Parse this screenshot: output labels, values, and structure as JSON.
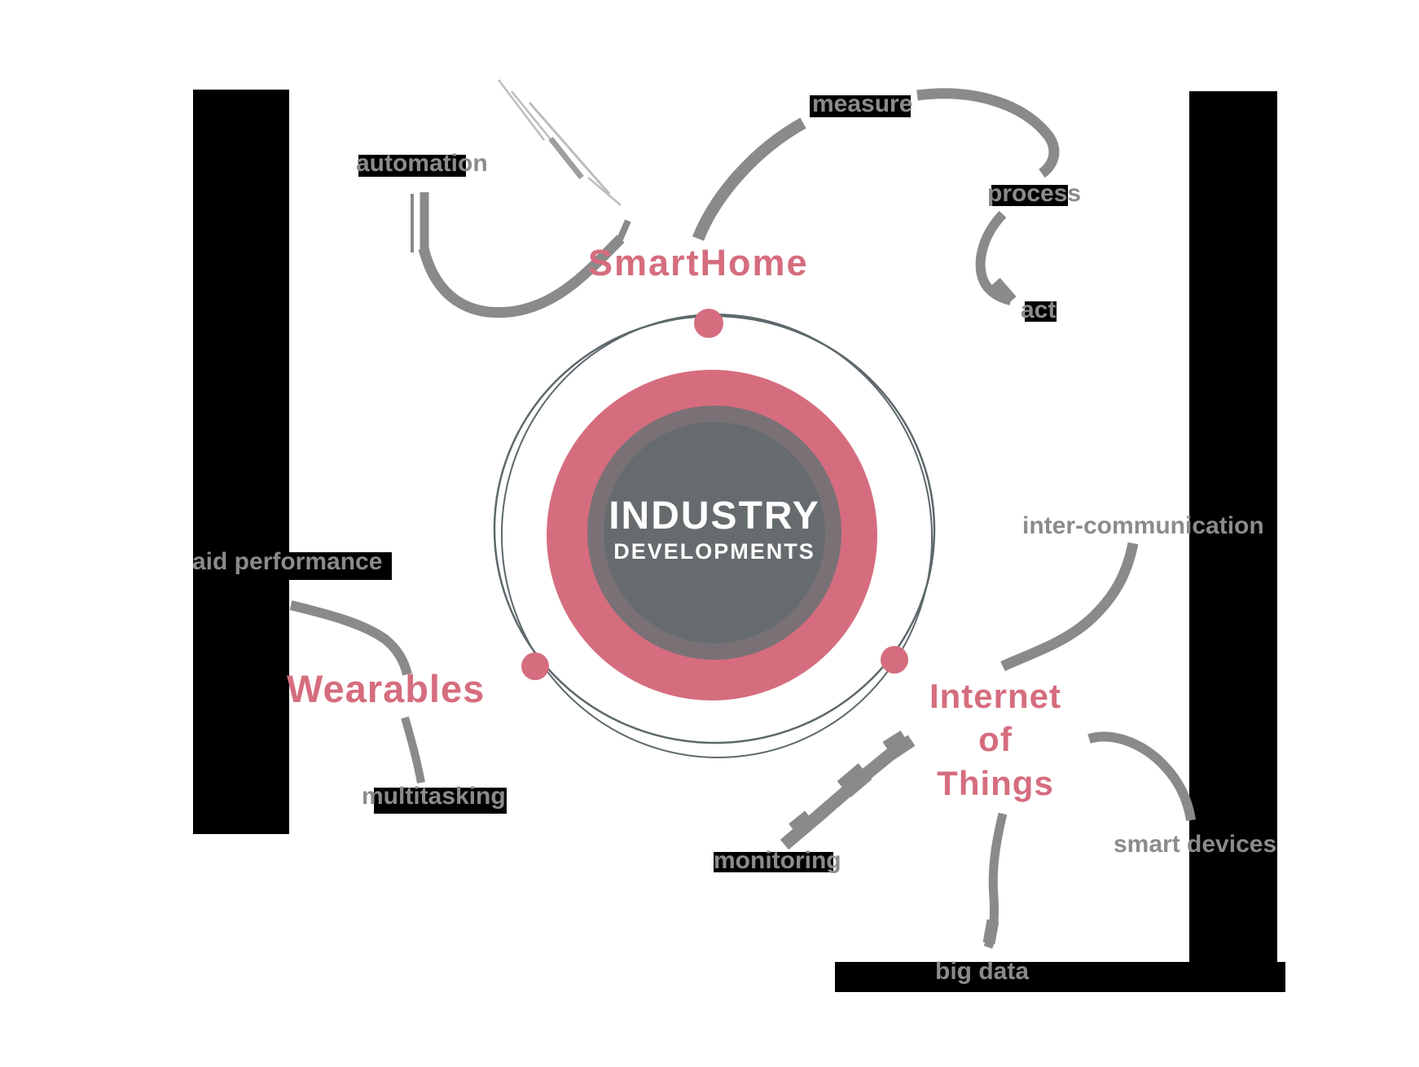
{
  "center": {
    "title": "INDUSTRY",
    "subtitle": "DEVELOPMENTS"
  },
  "branches": {
    "smarthome": {
      "label": "SmartHome"
    },
    "wearables": {
      "label": "Wearables"
    },
    "iot": {
      "line1": "Internet",
      "line2": "of",
      "line3": "Things"
    }
  },
  "sublabels": {
    "automation": "automation",
    "measure": "measure",
    "process": "process",
    "act": "act",
    "aid_performance": "aid performance",
    "multitasking": "multitasking",
    "inter_communication": "inter-communication",
    "monitoring": "monitoring",
    "smart_devices": "smart devices",
    "big_data": "big data"
  },
  "colors": {
    "pink": "#d56d7e",
    "label_gray": "#8b8b8b",
    "stroke_gray": "#8a8a8a",
    "center_dark": "#666c6e",
    "center_mid_ring": "#7a7176",
    "outline_circle": "#5d686b",
    "highlight_black": "#000000"
  }
}
